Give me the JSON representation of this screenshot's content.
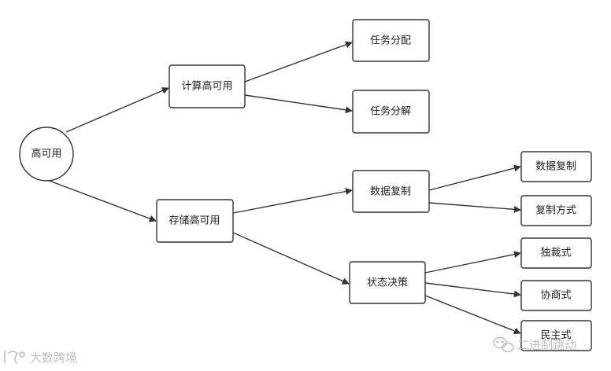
{
  "colors": {
    "stroke": "#333333",
    "text": "#222222",
    "background": "#ffffff",
    "watermark": "#bfbfbf"
  },
  "nodes": {
    "root": "高可用",
    "compute_ha": "计算高可用",
    "task_assign": "任务分配",
    "task_decompose": "任务分解",
    "storage_ha": "存储高可用",
    "data_replication": "数据复制",
    "replication_leaf": "数据复制",
    "replication_mode": "复制方式",
    "state_decision": "状态决策",
    "exclusive": "独裁式",
    "negotiation": "协商式",
    "democratic": "民主式"
  },
  "watermarks": {
    "left": "大数跨境",
    "right": "二进制跳动"
  },
  "icons": [
    "brand-logo-icon",
    "wechat-icon"
  ]
}
